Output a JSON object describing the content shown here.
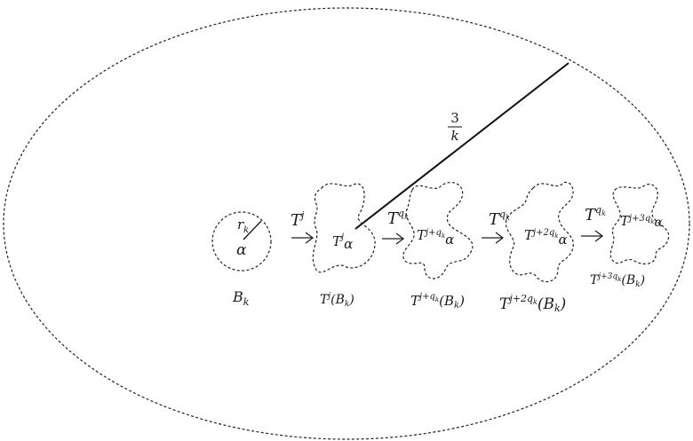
{
  "radius_fraction": {
    "numerator": "3",
    "denominator": "k"
  },
  "ball": {
    "radius_label": "r",
    "radius_label_sub": "k",
    "center_label": "α",
    "name": "B",
    "name_sub": "k"
  },
  "maps": [
    {
      "base": "T",
      "sup": "j"
    },
    {
      "base": "T",
      "sup": "q",
      "sup_sub": "k"
    },
    {
      "base": "T",
      "sup": "q",
      "sup_sub": "k"
    },
    {
      "base": "T",
      "sup": "q",
      "sup_sub": "k"
    }
  ],
  "images": [
    {
      "point_base": "T",
      "point_sup": "j",
      "point_sup_sub": "",
      "point_alpha": "α",
      "set_base": "T",
      "set_sup": "j",
      "set_sup_sub": "",
      "set_arg": "(B",
      "set_arg_sub": "k",
      "set_close": ")"
    },
    {
      "point_base": "T",
      "point_sup": "j+q",
      "point_sup_sub": "k",
      "point_alpha": "α",
      "set_base": "T",
      "set_sup": "j+q",
      "set_sup_sub": "k",
      "set_arg": "(B",
      "set_arg_sub": "k",
      "set_close": ")"
    },
    {
      "point_base": "T",
      "point_sup": "j+2q",
      "point_sup_sub": "k",
      "point_alpha": "α",
      "set_base": "T",
      "set_sup": "j+2q",
      "set_sup_sub": "k",
      "set_arg": "(B",
      "set_arg_sub": "k",
      "set_close": ")"
    },
    {
      "point_base": "T",
      "point_sup": "j+3q",
      "point_sup_sub": "k",
      "point_alpha": "α",
      "set_base": "T",
      "set_sup": "j+3q",
      "set_sup_sub": "k",
      "set_arg": "(B",
      "set_arg_sub": "k",
      "set_close": ")"
    }
  ]
}
